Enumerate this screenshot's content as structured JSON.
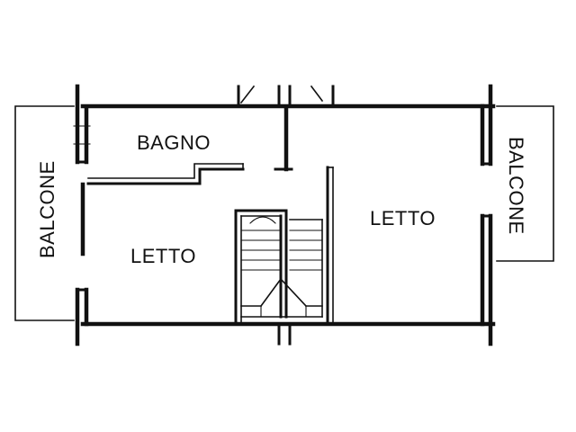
{
  "rooms": {
    "bathroom": "BAGNO",
    "bedroom_left": "LETTO",
    "bedroom_right": "LETTO",
    "balcony_left": "BALCONE",
    "balcony_right": "BALCONE"
  }
}
